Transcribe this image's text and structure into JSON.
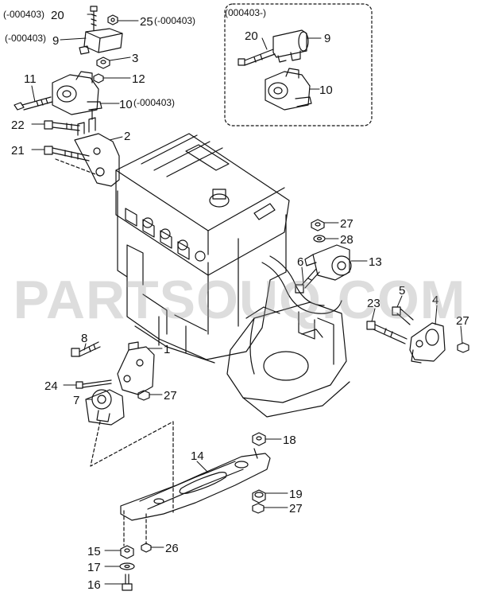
{
  "watermark": "PARTSOUQ.COM",
  "box_title": "(000403-)",
  "labels": {
    "l20a": "20",
    "l20a_note": "(-000403)",
    "l25": "25",
    "l25_note": "(-000403)",
    "l9a": "9",
    "l9a_note": "(-000403)",
    "l3": "3",
    "l12": "12",
    "l11": "11",
    "l10a": "10",
    "l10a_note": "(-000403)",
    "l22": "22",
    "l2": "2",
    "l21": "21",
    "l20b": "20",
    "l9b": "9",
    "l10b": "10",
    "l27a": "27",
    "l28": "28",
    "l6": "6",
    "l13": "13",
    "l5": "5",
    "l4": "4",
    "l23": "23",
    "l27b": "27",
    "l8": "8",
    "l1": "1",
    "l24": "24",
    "l27c": "27",
    "l7": "7",
    "l18": "18",
    "l14": "14",
    "l19": "19",
    "l27d": "27",
    "l15": "15",
    "l26": "26",
    "l17": "17",
    "l16": "16"
  }
}
